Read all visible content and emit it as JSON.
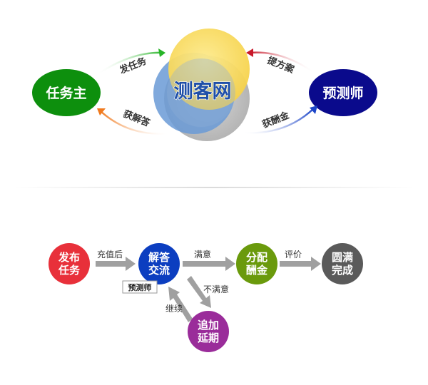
{
  "top_diagram": {
    "center_label": "测客网",
    "left_node": "任务主",
    "right_node": "预测师",
    "arrows": {
      "publish_task": "发任务",
      "get_answer": "获解答",
      "propose_plan": "提方案",
      "get_reward": "获酬金"
    },
    "colors": {
      "left_node": "#0d8f0d",
      "right_node": "#0a0a8c",
      "circle_yellow": "#f8d64e",
      "circle_blue": "#5b8fd0",
      "circle_gray": "#9a9a9a",
      "center_text": "#1f4fa8",
      "arrow_green": "#27b427",
      "arrow_orange": "#f07a1e",
      "arrow_red": "#c8182a",
      "arrow_blue": "#1c45c8"
    }
  },
  "flow": {
    "steps": {
      "publish": {
        "line1": "发布",
        "line2": "任务",
        "color": "#e8303a"
      },
      "answer": {
        "line1": "解答",
        "line2": "交流",
        "color": "#0c3ec0"
      },
      "allocate": {
        "line1": "分配",
        "line2": "酬金",
        "color": "#6a9a0c"
      },
      "complete": {
        "line1": "圆满",
        "line2": "完成",
        "color": "#5a5a5a"
      },
      "extend": {
        "line1": "追加",
        "line2": "延期",
        "color": "#9a2c9a"
      }
    },
    "labels": {
      "recharge": "充值后",
      "satisfied": "满意",
      "evaluate": "评价",
      "unsatisfied": "不满意",
      "continue": "继续",
      "predictor_tag": "预测师"
    },
    "arrow_color": "#a0a0a0"
  }
}
